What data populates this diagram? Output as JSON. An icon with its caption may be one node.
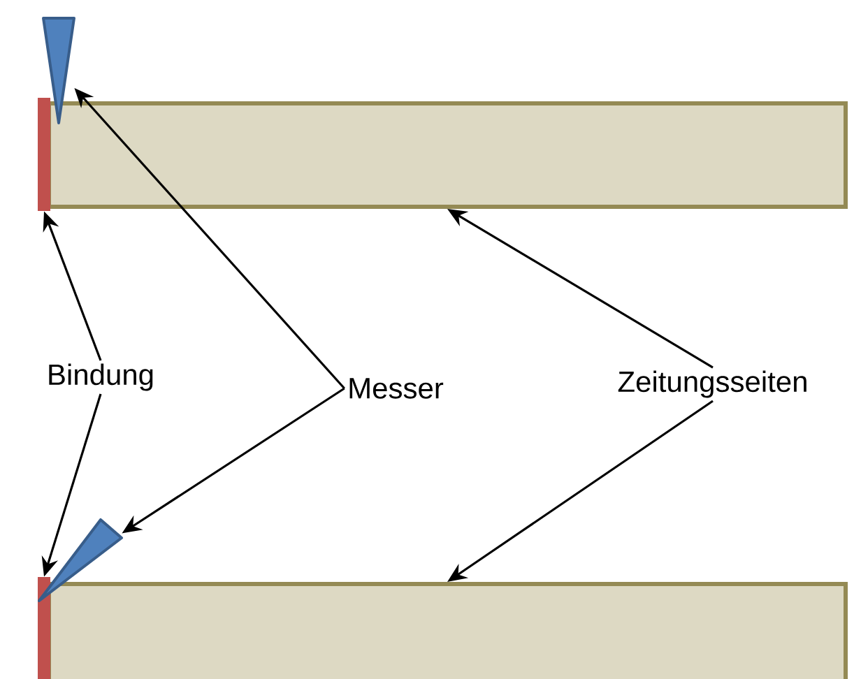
{
  "diagram": {
    "nodes": [
      {
        "text": [],
        "shape": "box"
      },
      {
        "text": [],
        "shape": "bar"
      },
      {
        "text": [],
        "shape": "triangle"
      },
      {
        "text": [],
        "shape": "box"
      },
      {
        "text": [],
        "shape": "bar"
      },
      {
        "text": [],
        "shape": "triangle"
      },
      {
        "text": [
          "Bindung"
        ]
      },
      {
        "text": [
          "Messer"
        ]
      },
      {
        "text": [
          "Zeitungsseiten"
        ]
      }
    ],
    "edges": [
      {
        "from": 6,
        "to": 1,
        "arrow": "to"
      },
      {
        "from": 6,
        "to": 4,
        "arrow": "to"
      },
      {
        "from": 7,
        "to": 2,
        "arrow": "to"
      },
      {
        "from": 7,
        "to": 5,
        "arrow": "to"
      },
      {
        "from": 8,
        "to": 0,
        "arrow": "to"
      },
      {
        "from": 8,
        "to": 3,
        "arrow": "to"
      }
    ]
  }
}
